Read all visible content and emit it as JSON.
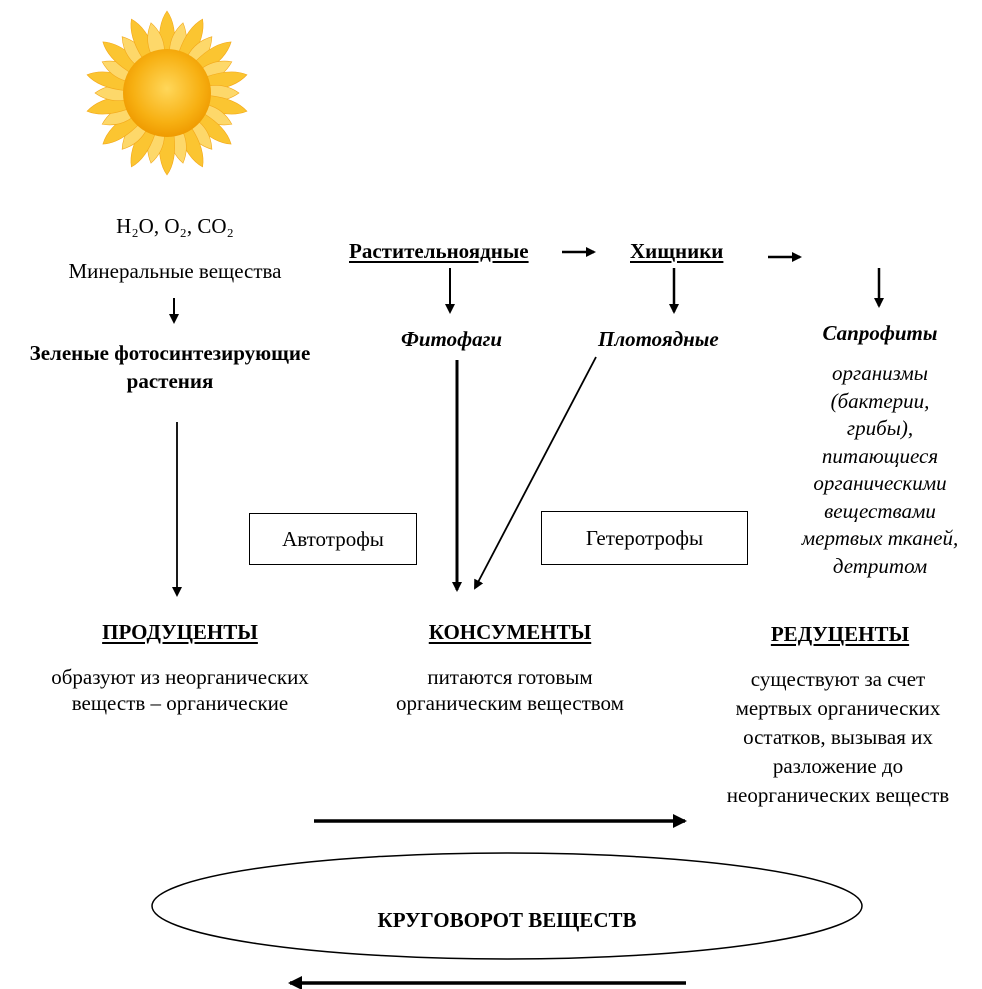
{
  "formula": {
    "h2o": "H₂O",
    "o2": "O₂",
    "co2": "CO₂"
  },
  "minerals": "Минеральные вещества",
  "green_plants": {
    "line1": "Зеленые фотосинтезирующие",
    "line2": "растения"
  },
  "herbivores": "Растительноядные",
  "predators": "Хищники",
  "phytophages": "Фитофаги",
  "carnivores": "Плотоядные",
  "saprophytes": {
    "title": "Сапрофиты",
    "desc": [
      "организмы",
      "(бактерии,",
      "грибы),",
      "питающиеся",
      "органическими",
      "веществами",
      "мертвых тканей,",
      "детритом"
    ]
  },
  "autotrophs": "Автотрофы",
  "heterotrophs": "Гетеротрофы",
  "producers": {
    "title": "ПРОДУЦЕНТЫ",
    "desc": [
      "образуют из неорганических",
      "веществ – органические"
    ]
  },
  "consumers": {
    "title": "КОНСУМЕНТЫ",
    "desc": [
      "питаются готовым",
      "органическим веществом"
    ]
  },
  "reducers": {
    "title": "РЕДУЦЕНТЫ",
    "desc": [
      "существуют за счет",
      "мертвых органических",
      "остатков, вызывая их",
      "разложение до",
      "неорганических веществ"
    ]
  },
  "cycle": "КРУГОВОРОТ ВЕЩЕСТВ",
  "colors": {
    "sun_core": "#f5a000",
    "sun_rays": "#fcc43a",
    "ink": "#000000"
  },
  "icons": {
    "sun": "sun-icon"
  }
}
